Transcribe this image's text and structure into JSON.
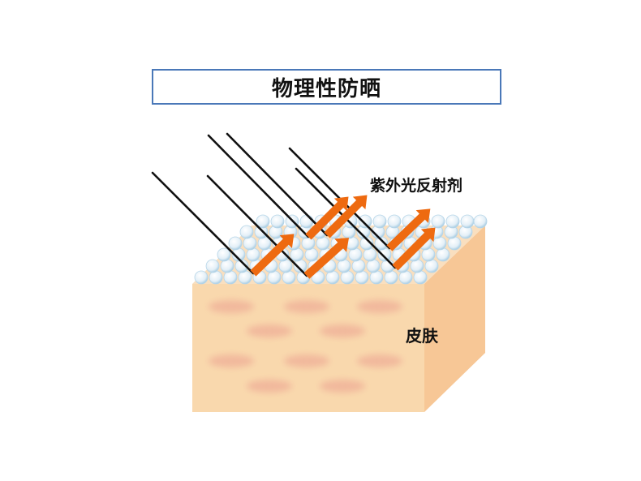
{
  "title": "物理性防晒",
  "labels": {
    "reflector": "紫外光反射剂",
    "skin": "皮肤"
  },
  "colors": {
    "title_border": "#4a78b8",
    "skin_front": "#f9d8ad",
    "skin_side": "#f7c796",
    "skin_spot": "#f0b49a",
    "particle": "#e6f1f8",
    "particle_edge": "#a9cde3",
    "uv_ray": "#111111",
    "reflected_arrow": "#ee6a10"
  },
  "diagram": {
    "incoming_rays": 6,
    "reflected_arrows": 6
  }
}
